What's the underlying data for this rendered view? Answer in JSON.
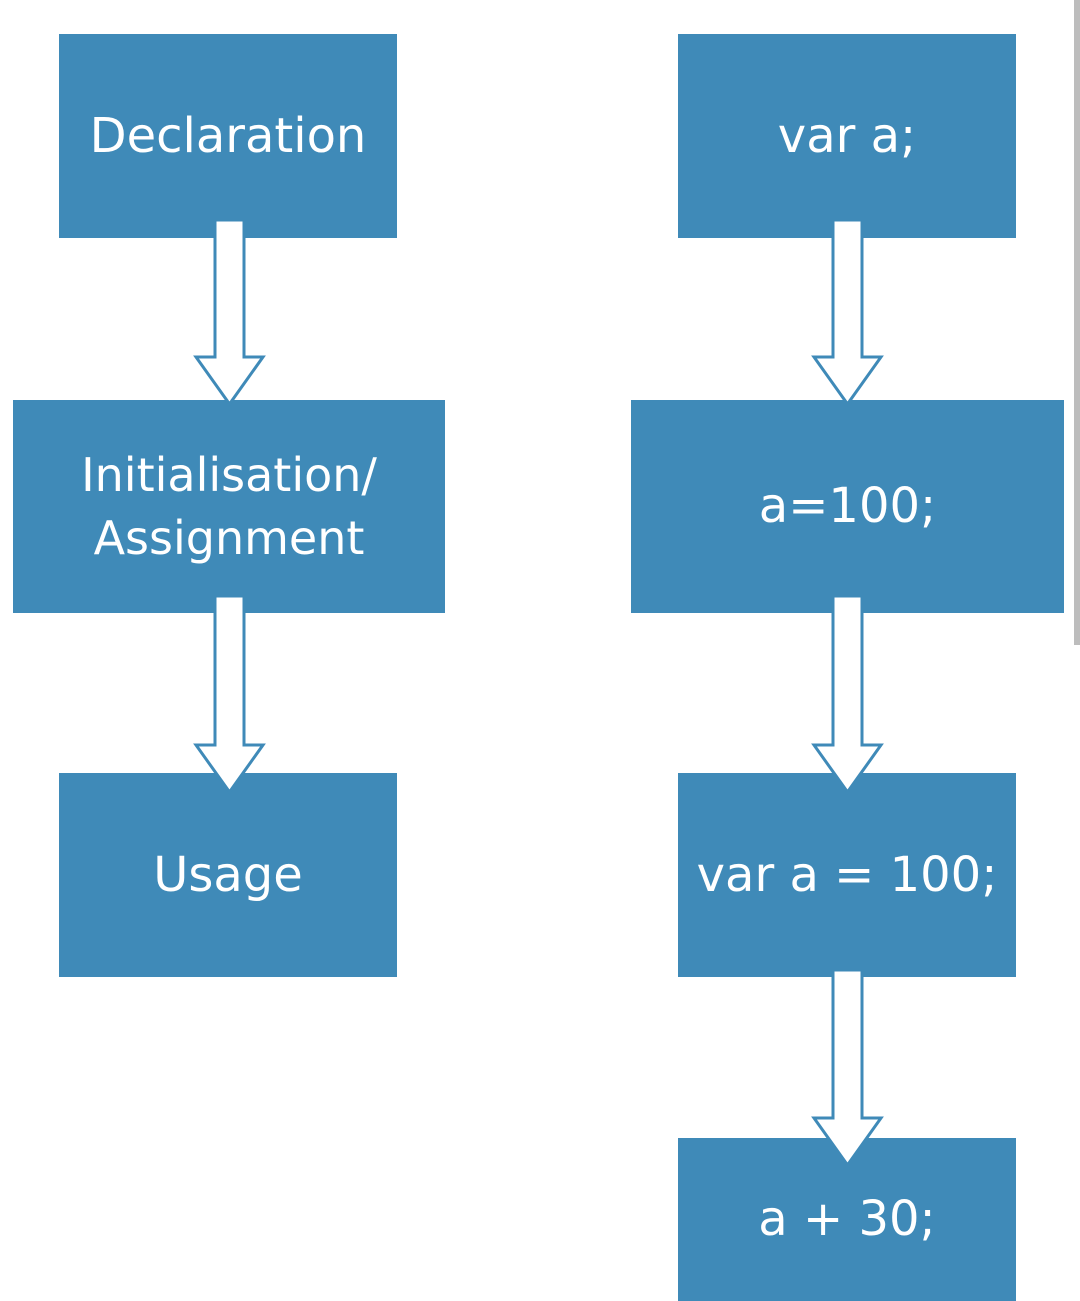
{
  "left_column": {
    "declaration": "Declaration",
    "initialisation_line1": "Initialisation/",
    "initialisation_line2": "Assignment",
    "usage": "Usage"
  },
  "right_column": {
    "declare": "var a;",
    "assign": "a=100;",
    "declare_assign": "var a = 100;",
    "use": "a + 30;"
  },
  "colors": {
    "box_fill": "#3f8ab8",
    "box_text": "#ffffff",
    "arrow_fill": "#ffffff",
    "arrow_stroke": "#3f8ab8"
  }
}
